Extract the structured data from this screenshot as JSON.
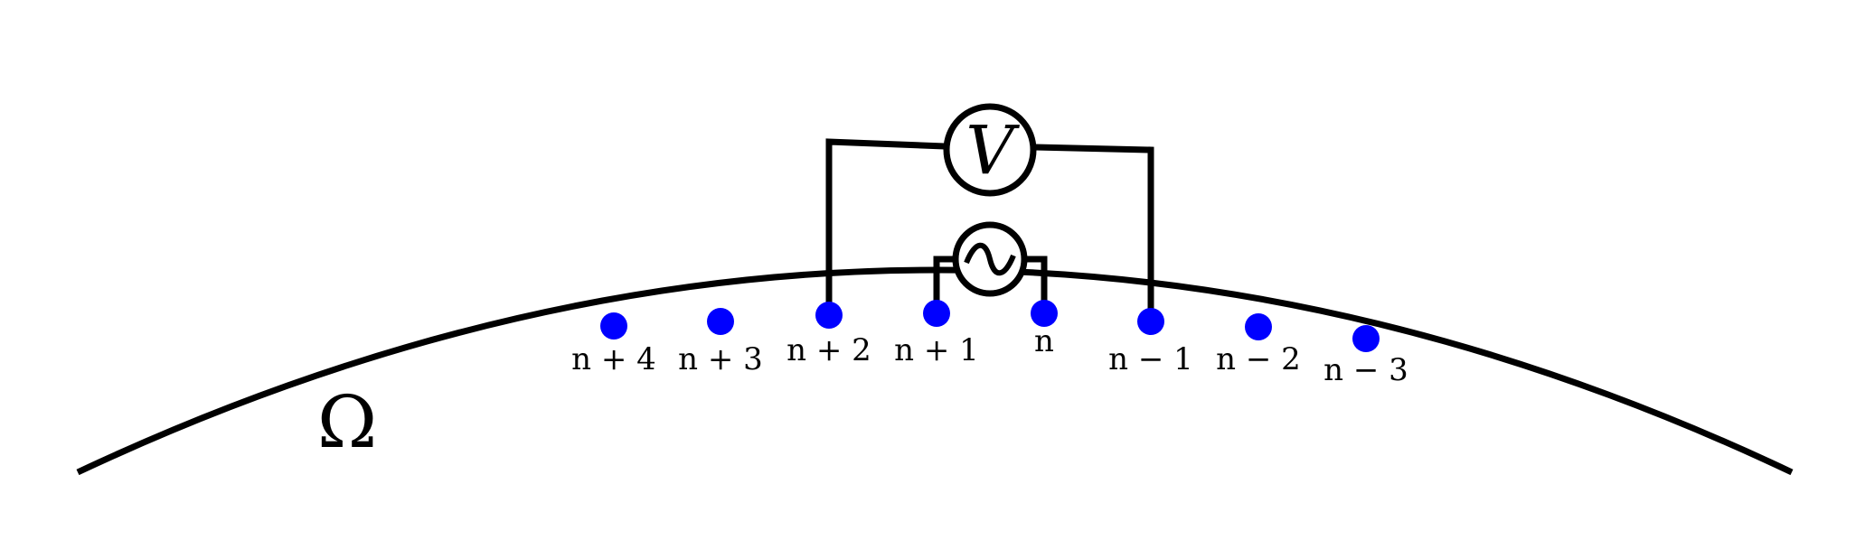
{
  "domain_symbol": "Ω",
  "voltmeter_symbol": "V",
  "electrode_color": "#0000ff",
  "line_color": "#000000",
  "electrodes": [
    {
      "label": "n + 4"
    },
    {
      "label": "n + 3"
    },
    {
      "label": "n + 2"
    },
    {
      "label": "n + 1"
    },
    {
      "label": "n"
    },
    {
      "label": "n − 1"
    },
    {
      "label": "n − 2"
    },
    {
      "label": "n − 3"
    }
  ],
  "current_source_between": [
    "n + 1",
    "n"
  ],
  "voltmeter_between": [
    "n + 2",
    "n − 1"
  ]
}
